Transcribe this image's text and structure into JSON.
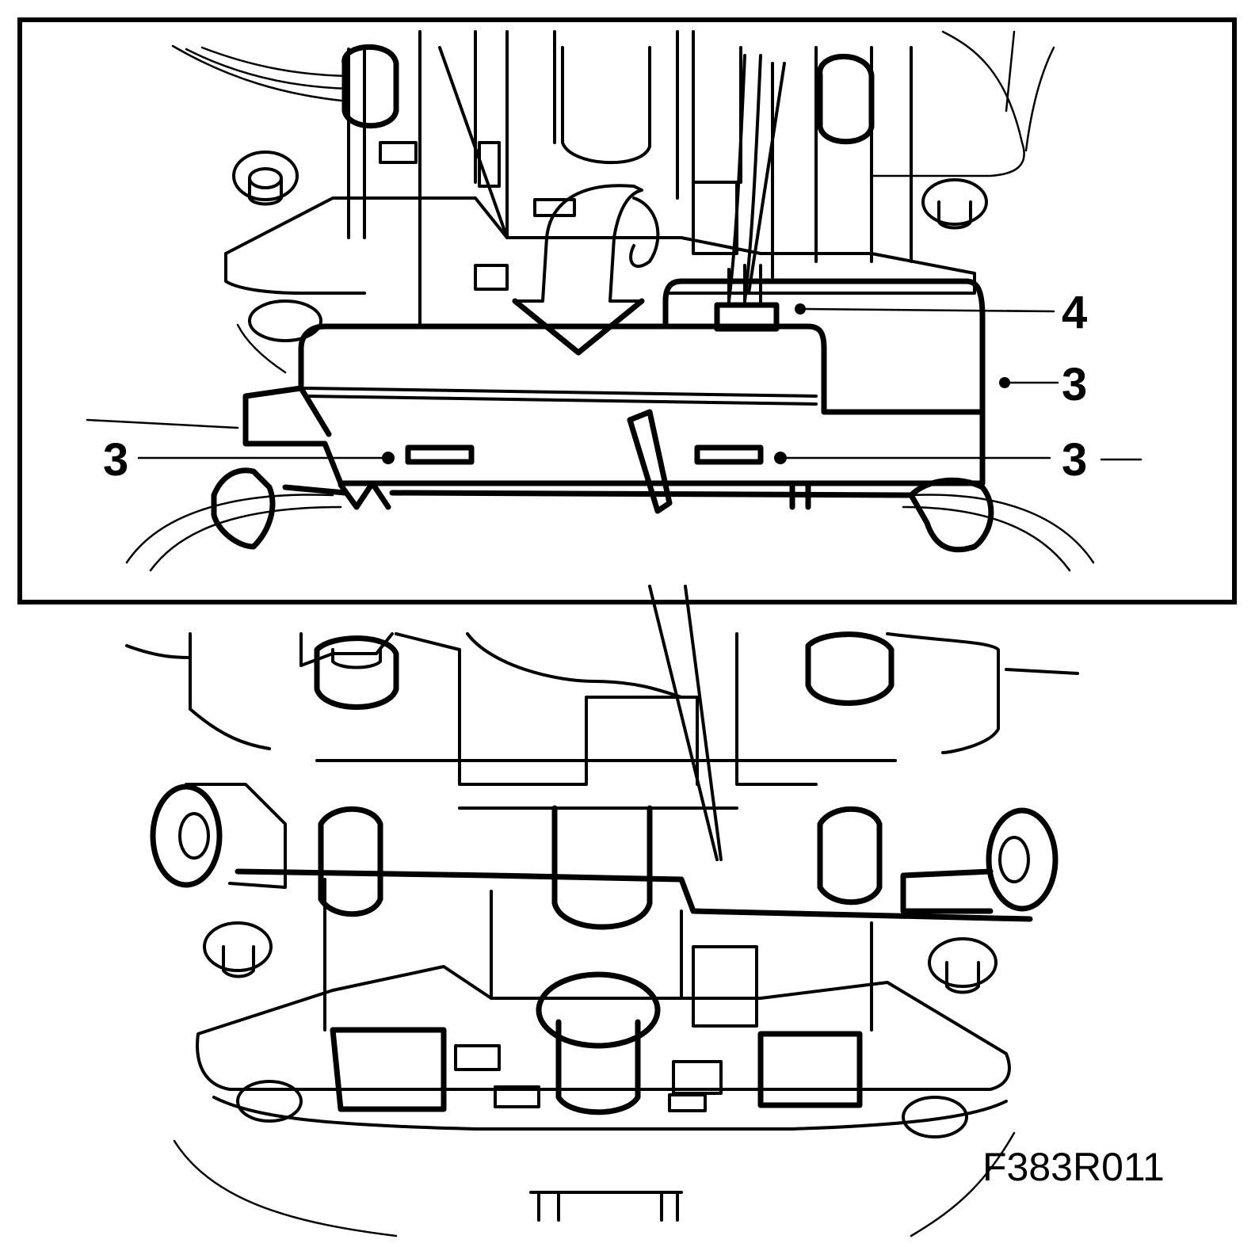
{
  "figure": {
    "code": "F383R011"
  },
  "callouts": [
    {
      "id": "callout-4",
      "label": "4"
    },
    {
      "id": "callout-3-right-upper",
      "label": "3"
    },
    {
      "id": "callout-3-left",
      "label": "3"
    },
    {
      "id": "callout-3-right-lower",
      "label": "3"
    }
  ],
  "colors": {
    "stroke": "#000000",
    "background": "#ffffff"
  },
  "icons": {
    "arrow": "curved-down-arrow-icon"
  }
}
